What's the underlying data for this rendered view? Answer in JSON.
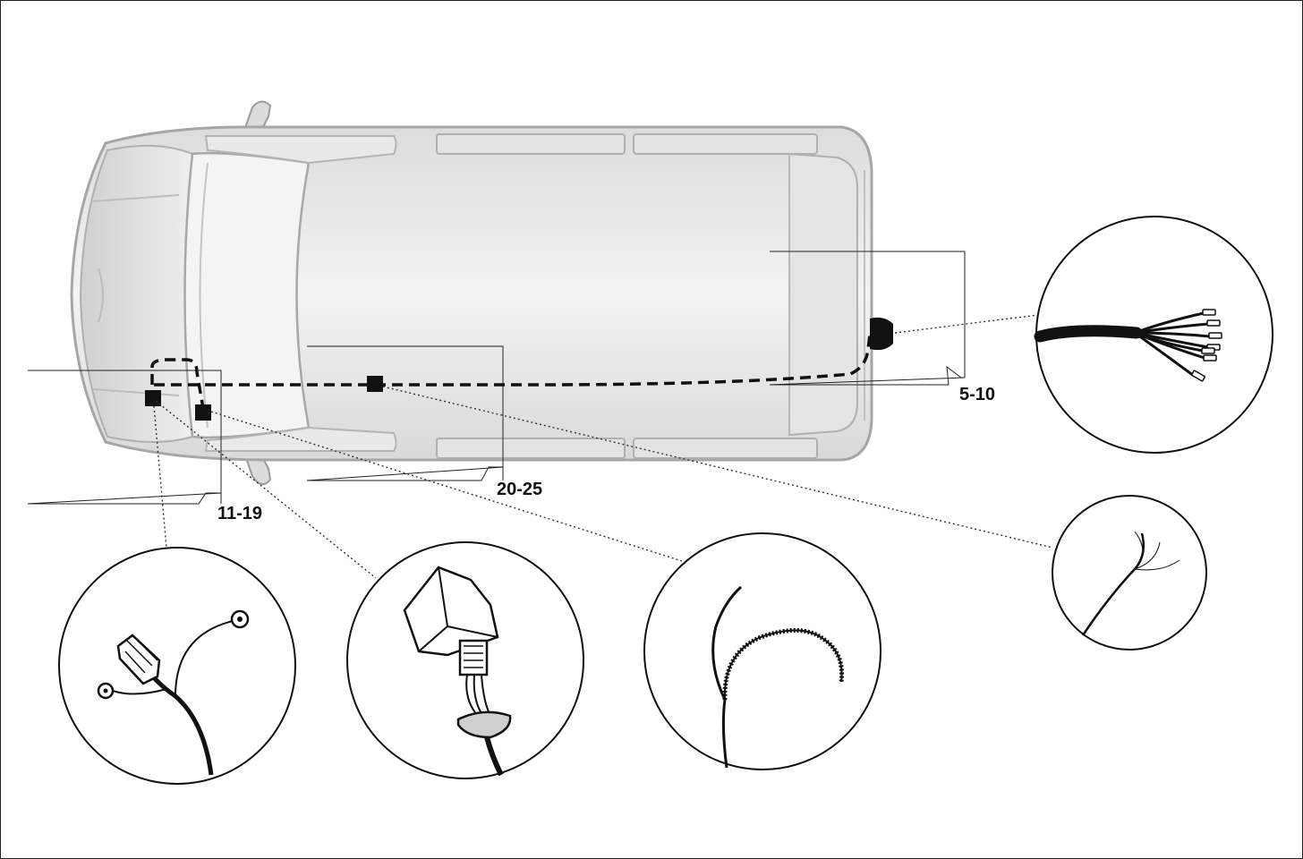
{
  "diagram": {
    "callouts": [
      {
        "id": "rear",
        "label": "5-10"
      },
      {
        "id": "front",
        "label": "11-19"
      },
      {
        "id": "middle",
        "label": "20-25"
      }
    ],
    "details": [
      {
        "id": "rear-socket-harness",
        "icon": "harness-wire-ends-icon"
      },
      {
        "id": "front-ground-connector",
        "icon": "ground-eyelet-connector-icon"
      },
      {
        "id": "front-plug-connector",
        "icon": "plug-connector-icon"
      },
      {
        "id": "middle-braided-wire",
        "icon": "braided-wire-icon"
      },
      {
        "id": "middle-thin-wires",
        "icon": "thin-wires-icon"
      }
    ],
    "colors": {
      "outline": "#111111",
      "vehicle_fill": "#e6e6e6",
      "vehicle_stroke": "#a8a8a8",
      "cable": "#111111"
    }
  }
}
